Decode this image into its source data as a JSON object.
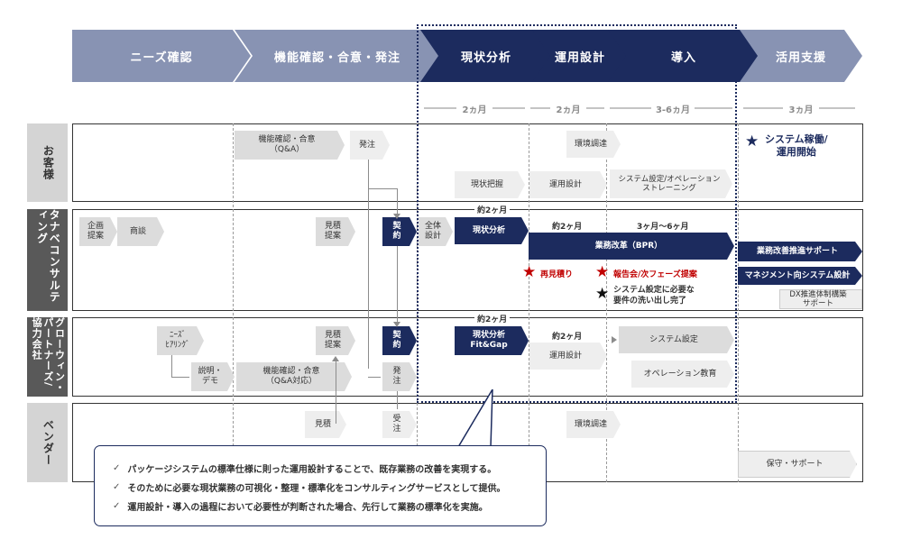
{
  "phases": [
    {
      "label": "ニーズ確認",
      "tone": "light"
    },
    {
      "label": "機能確認・合意・発注",
      "tone": "light"
    },
    {
      "label": "現状分析",
      "tone": "dark"
    },
    {
      "label": "運用設計",
      "tone": "dark"
    },
    {
      "label": "導入",
      "tone": "dark"
    },
    {
      "label": "活用支援",
      "tone": "light"
    }
  ],
  "durations": [
    "2ヵ月",
    "2ヵ月",
    "3-6ヵ月",
    "3ヵ月"
  ],
  "lanes": [
    {
      "label": "お客様",
      "tone": "light"
    },
    {
      "label": "タナベコンサルティング",
      "tone": "dark"
    },
    {
      "label": "グローウィン・パートナーズ/協力会社",
      "tone": "dark"
    },
    {
      "label": "ベンダー",
      "tone": "light"
    }
  ],
  "customer": {
    "kino_kakunin": "機能確認・合意\n（Q&A）",
    "hatchu": "発注",
    "kankyo": "環境調達",
    "genjo_haaku": "現状把握",
    "unyo_sekkei": "運用設計",
    "system_setting": "システム設定/オペレーションストレーニング",
    "go_live": "システム稼働/\n運用開始"
  },
  "tanabe": {
    "kikaku": "企画\n提案",
    "shodan": "商談",
    "mitsumori": "見積\n提案",
    "keiyaku": "契\n約",
    "zentai": "全体\n設計",
    "genjo_bunseki": "現状分析",
    "approx_2m_a": "約2ヶ月",
    "approx_2m_b": "約2ヶ月",
    "approx_3_6m": "3ヶ月〜6ヶ月",
    "bpr": "業務改革（BPR）",
    "kaizen": "業務改善推進サポート",
    "management": "マネジメント向システム設計",
    "dx": "DX推進体制構築\nサポート",
    "re_estimate": "再見積り",
    "report": "報告会/次フェーズ提案",
    "requirements": "システム設定に必要な\n要件の洗い出し完了"
  },
  "partners": {
    "needs": "ﾆｰｽﾞ\nﾋｱﾘﾝｸﾞ",
    "demo": "説明・\nデモ",
    "kino": "機能確認・合意\n（Q&A対応）",
    "mitsumori": "見積\n提案",
    "keiyaku": "契\n約",
    "hatchu": "発\n注",
    "approx_2m_a": "約2ヶ月",
    "approx_2m_b": "約2ヶ月",
    "fitgap": "現状分析\nFit&Gap",
    "unyo": "運用設計",
    "system_setting": "システム設定",
    "operation_edu": "オペレーション教育"
  },
  "vendor": {
    "mitsumori": "見積",
    "juchu": "受\n注",
    "kankyo": "環境調達",
    "support": "保守・サポート"
  },
  "callout": [
    "パッケージシステムの標準仕様に則った運用設計することで、既存業務の改善を実現する。",
    "そのために必要な現状業務の可視化・整理・標準化をコンサルティングサービスとして提供。",
    "運用設計・導入の過程において必要性が判断された場合、先行して業務の標準化を実施。"
  ],
  "colors": {
    "navy": "#1c2b5e",
    "slate": "#8893b3",
    "red": "#c00000",
    "grey": "#dcdcdc"
  }
}
